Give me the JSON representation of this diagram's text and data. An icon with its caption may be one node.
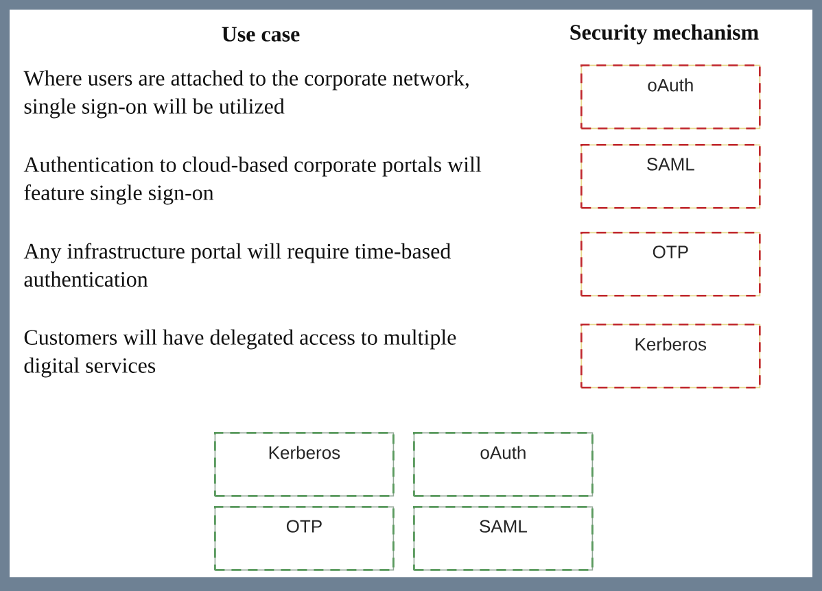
{
  "diagram": {
    "nodes": [
      {
        "text": [
          "oAuth"
        ]
      },
      {
        "text": [
          "SAML"
        ]
      },
      {
        "text": [
          "OTP"
        ]
      },
      {
        "text": [
          "Kerberos"
        ]
      },
      {
        "text": [
          "Kerberos"
        ]
      },
      {
        "text": [
          "oAuth"
        ]
      },
      {
        "text": [
          "OTP"
        ]
      },
      {
        "text": [
          "SAML"
        ]
      }
    ],
    "labels": [
      "Use case",
      "Security mechanism",
      "Where users are attached to the corporate network, single sign-on will be utilized",
      "Authentication to cloud-based corporate portals will feature single sign-on",
      "Any infrastructure portal will require time-based authentication",
      "Customers will have delegated access to multiple digital services"
    ]
  }
}
